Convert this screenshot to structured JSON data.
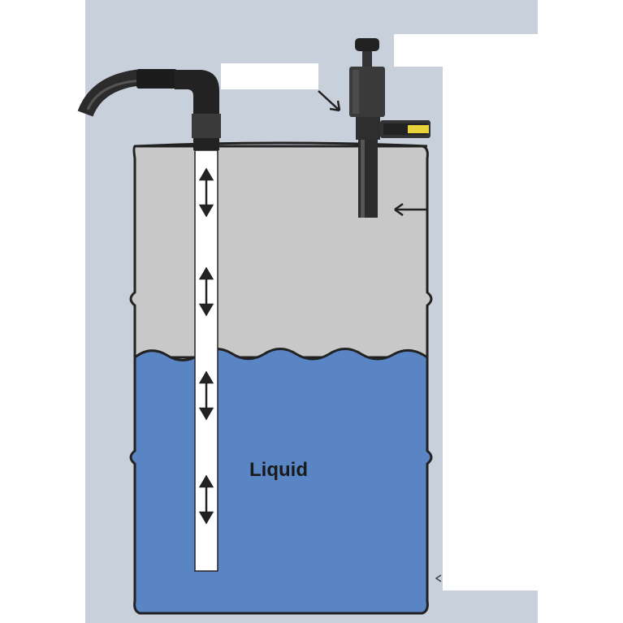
{
  "diagram": {
    "liquid_label": "Liquid",
    "colors": {
      "background": "#c8d0dc",
      "drum_air": "#c8c8c8",
      "drum_liquid": "#5a85c4",
      "outline": "#222222",
      "hose": "#2b2b2b",
      "dip_tube": "#ffffff",
      "valve_body": "#3a3a3a",
      "valve_accent": "#e8d23a",
      "label_box": "#ffffff"
    },
    "icons": {
      "flow_arrows": "double-headed-vertical-arrow",
      "pointer_arrows": "pointer-arrow",
      "valve": "pressure-vacuum-relief-valve"
    }
  }
}
